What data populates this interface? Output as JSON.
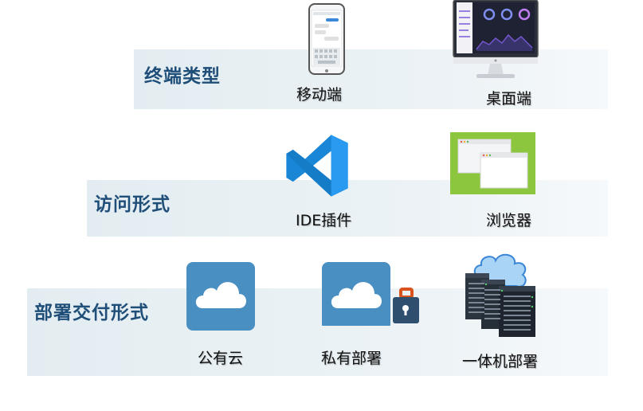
{
  "rows": [
    {
      "title": "终端类型",
      "items": [
        {
          "label": "移动端",
          "icon": "mobile-phone-icon"
        },
        {
          "label": "桌面端",
          "icon": "desktop-monitor-icon"
        }
      ]
    },
    {
      "title": "访问形式",
      "items": [
        {
          "label": "IDE插件",
          "icon": "vscode-logo-icon"
        },
        {
          "label": "浏览器",
          "icon": "browser-windows-icon"
        }
      ]
    },
    {
      "title": "部署交付形式",
      "items": [
        {
          "label": "公有云",
          "icon": "cloud-icon"
        },
        {
          "label": "私有部署",
          "icon": "cloud-lock-icon"
        },
        {
          "label": "一体机部署",
          "icon": "server-rack-cloud-icon"
        }
      ]
    }
  ],
  "colors": {
    "band_bg": "#e8f0f4",
    "title_text": "#1f4e79",
    "cloud_tile": "#4a8fc2",
    "vscode_blue": "#1a86d6",
    "browser_green": "#8cc63f",
    "lock_body": "#2f4f6f",
    "lock_shackle": "#d9531e"
  }
}
